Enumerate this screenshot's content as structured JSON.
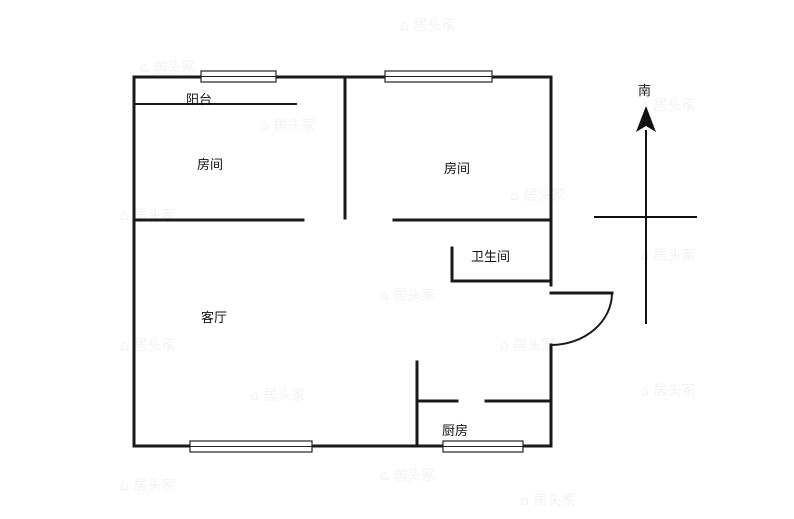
{
  "labels": {
    "balcony": "阳台",
    "bedroom_left": "房间",
    "bedroom_right": "房间",
    "bathroom": "卫生间",
    "living_room": "客厅",
    "kitchen": "厨房",
    "north_marker": "南"
  },
  "watermark": "居头家",
  "colors": {
    "wall": "#1a1a1a",
    "background": "#ffffff",
    "watermark": "#f2f2f2"
  }
}
